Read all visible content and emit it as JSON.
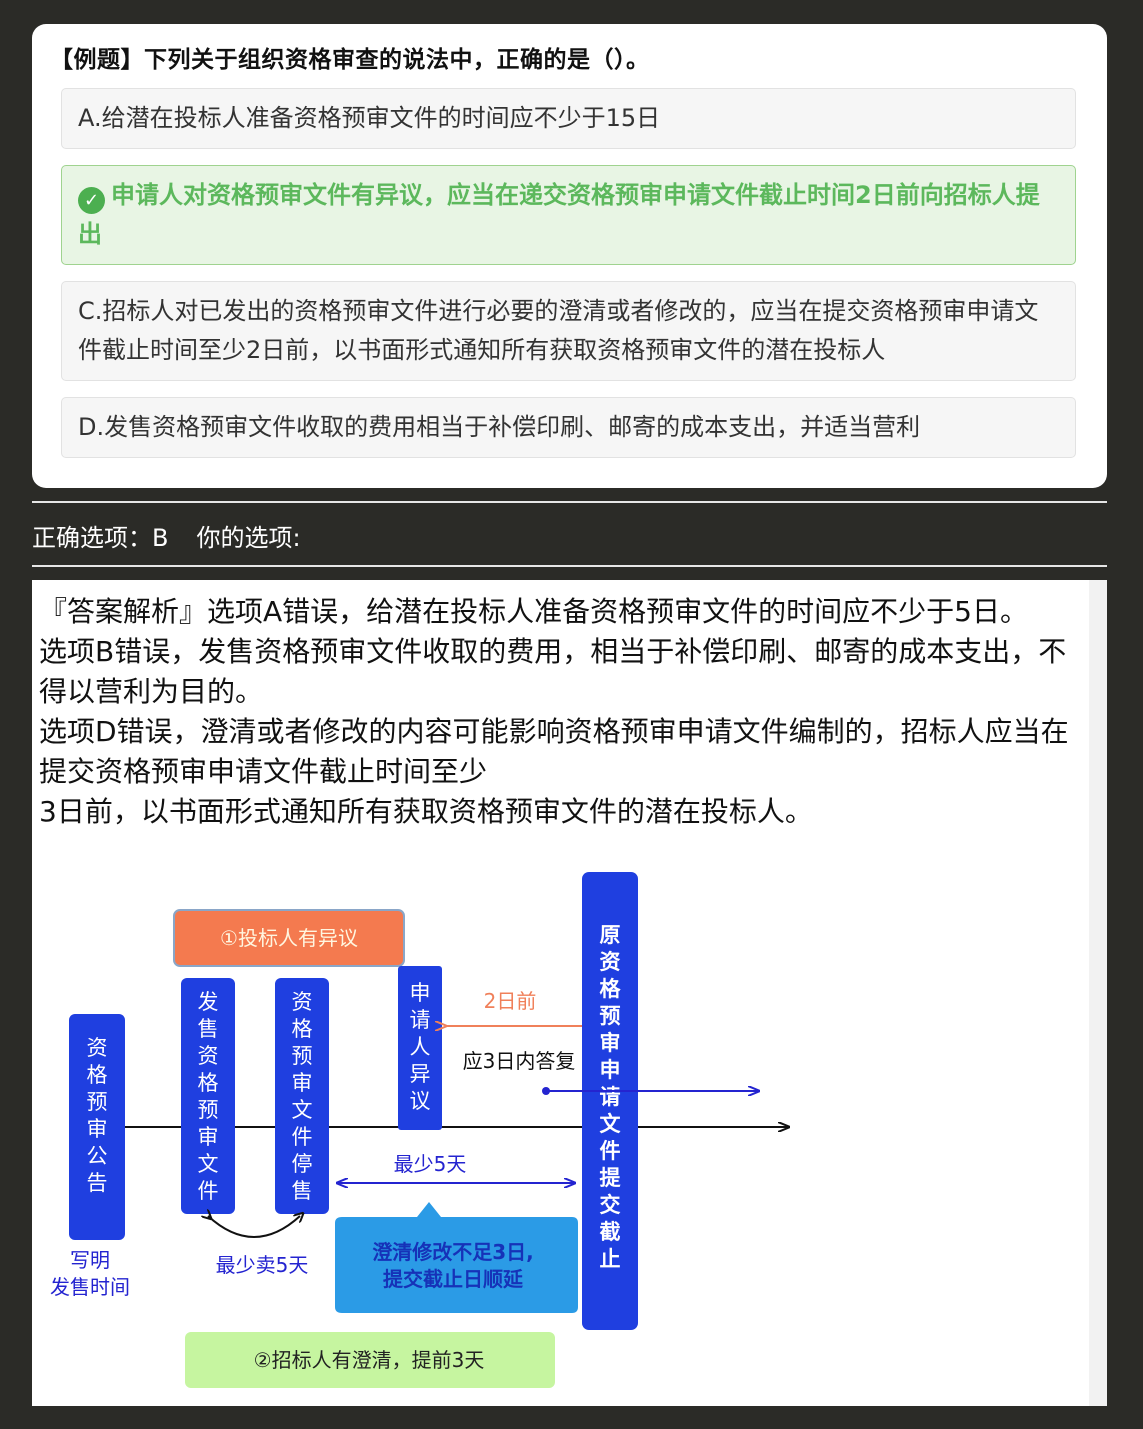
{
  "question": {
    "title": "【例题】下列关于组织资格审查的说法中，正确的是（）。",
    "options": [
      {
        "label": "A.给潜在投标人准备资格预审文件的时间应不少于15日"
      },
      {
        "label": "申请人对资格预审文件有异议，应当在递交资格预审申请文件截止时间2日前向招标人提出",
        "correct": true
      },
      {
        "label": " C.招标人对已发出的资格预审文件进行必要的澄清或者修改的，应当在提交资格预审申请文件截止时间至少2日前，以书面形式通知所有获取资格预审文件的潜在投标人"
      },
      {
        "label": "D.发售资格预审文件收取的费用相当于补偿印刷、邮寄的成本支出，并适当营利"
      }
    ]
  },
  "answer": {
    "correct_label": "正确选项：B",
    "yours_label": "你的选项:"
  },
  "explanation": {
    "lines": [
      "『答案解析』选项A错误，给潜在投标人准备资格预审文件的时间应不少于5日。",
      "选项B错误，发售资格预审文件收取的费用，相当于补偿印刷、邮寄的成本支出，不得以营利为目的。",
      "选项D错误，澄清或者修改的内容可能影响资格预审申请文件编制的，招标人应当在提交资格预审申请文件截止时间至少",
      "3日前，以书面形式通知所有获取资格预审文件的潜在投标人。"
    ]
  },
  "diagram": {
    "objection_box": "①投标人有异议",
    "bars": {
      "announce": "资格预审公告",
      "sale": "发售资格预审文件",
      "stop_sale": "资格预审文件停售",
      "objection": "申请人异议",
      "deadline": "原资格预审申请文件提交截止"
    },
    "labels": {
      "two_days": "2日前",
      "reply": "应3日内答复",
      "min5": "最少5天",
      "write1": "写明",
      "write2": "发售时间",
      "sell5": "最少卖5天",
      "clarify1": "澄清修改不足3日,",
      "clarify2": "提交截止日顺延",
      "tenderer": "②招标人有澄清，提前3天"
    },
    "colors": {
      "blue_bar": "#1f3fe0",
      "orange_box": "#f47a4f",
      "cyan_box": "#2b9be6",
      "green_box": "#c6f5a0",
      "arrow_orange": "#f0805a"
    }
  }
}
